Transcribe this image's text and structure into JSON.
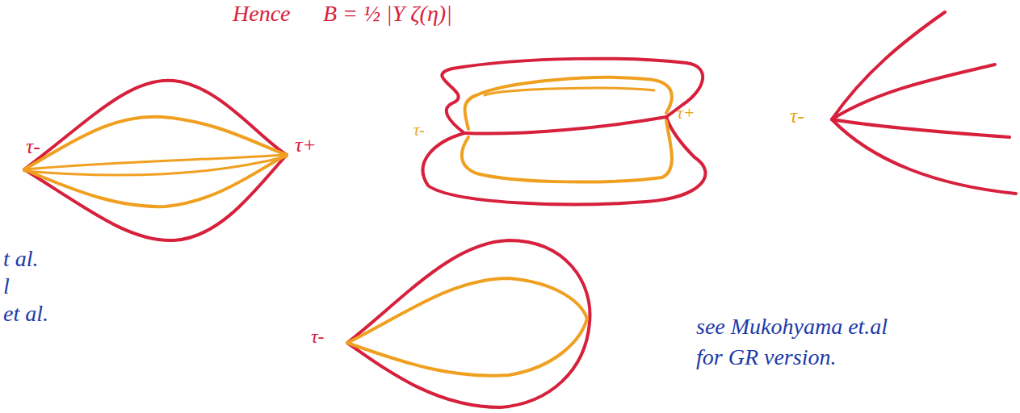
{
  "diagram": {
    "labels": [
      "Hence",
      "B = ½ |Y ζ(η)|",
      "τ-",
      "τ+",
      "τ-",
      "τ+",
      "τ-",
      "τ-",
      "t al.",
      "l",
      "et al.",
      "see Mukohyama et.al",
      "for GR version."
    ]
  }
}
